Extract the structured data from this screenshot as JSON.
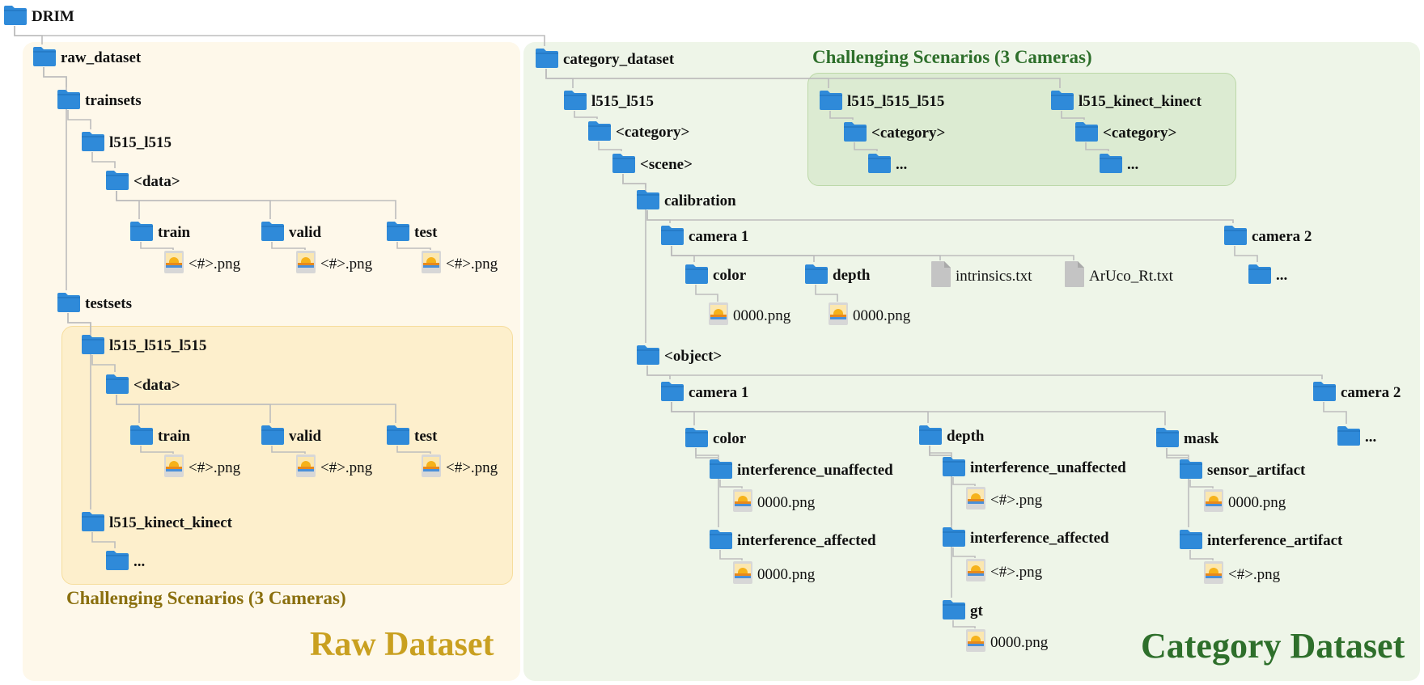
{
  "colors": {
    "raw_panel": "#fef8ea",
    "raw_inner": "#fdefcc",
    "raw_inner_border": "#f6dd9c",
    "cat_panel": "#eef5e8",
    "cat_inner": "#dcebd2",
    "cat_inner_border": "#bcd8a8",
    "raw_title": "#c9a020",
    "raw_sub": "#8a6f0e",
    "cat_title": "#2e6f2b",
    "cat_sub": "#2e6f2b",
    "folder": "#2f8ad9",
    "line": "#bdbdbd"
  },
  "labels": {
    "raw_title": "Raw Dataset",
    "cat_title": "Category Dataset",
    "raw_challenge": "Challenging Scenarios (3 Cameras)",
    "cat_challenge": "Challenging Scenarios (3 Cameras)"
  },
  "nodes": [
    {
      "id": "drim",
      "label": "DRIM",
      "kind": "folder"
    },
    {
      "id": "raw_dataset",
      "label": "raw_dataset",
      "kind": "folder"
    },
    {
      "id": "trainsets",
      "label": "trainsets",
      "kind": "folder"
    },
    {
      "id": "tr_l515",
      "label": "l515_l515",
      "kind": "folder"
    },
    {
      "id": "tr_data",
      "label": "<data>",
      "kind": "folder"
    },
    {
      "id": "tr_train",
      "label": "train",
      "kind": "folder"
    },
    {
      "id": "tr_valid",
      "label": "valid",
      "kind": "folder"
    },
    {
      "id": "tr_test",
      "label": "test",
      "kind": "folder"
    },
    {
      "id": "tr_train_png",
      "label": "<#>.png",
      "kind": "image"
    },
    {
      "id": "tr_valid_png",
      "label": "<#>.png",
      "kind": "image"
    },
    {
      "id": "tr_test_png",
      "label": "<#>.png",
      "kind": "image"
    },
    {
      "id": "testsets",
      "label": "testsets",
      "kind": "folder"
    },
    {
      "id": "ts_l515",
      "label": "l515_l515_l515",
      "kind": "folder"
    },
    {
      "id": "ts_data",
      "label": "<data>",
      "kind": "folder"
    },
    {
      "id": "ts_train",
      "label": "train",
      "kind": "folder"
    },
    {
      "id": "ts_valid",
      "label": "valid",
      "kind": "folder"
    },
    {
      "id": "ts_test",
      "label": "test",
      "kind": "folder"
    },
    {
      "id": "ts_train_png",
      "label": "<#>.png",
      "kind": "image"
    },
    {
      "id": "ts_valid_png",
      "label": "<#>.png",
      "kind": "image"
    },
    {
      "id": "ts_test_png",
      "label": "<#>.png",
      "kind": "image"
    },
    {
      "id": "ts_kinect",
      "label": "l515_kinect_kinect",
      "kind": "folder"
    },
    {
      "id": "ts_kinect_more",
      "label": "...",
      "kind": "folder"
    },
    {
      "id": "category_dataset",
      "label": "category_dataset",
      "kind": "folder"
    },
    {
      "id": "cd_l515",
      "label": "l515_l515",
      "kind": "folder"
    },
    {
      "id": "cd_category",
      "label": "<category>",
      "kind": "folder"
    },
    {
      "id": "cd_scene",
      "label": "<scene>",
      "kind": "folder"
    },
    {
      "id": "calibration",
      "label": "calibration",
      "kind": "folder"
    },
    {
      "id": "cal_cam1",
      "label": "camera 1",
      "kind": "folder"
    },
    {
      "id": "cal_cam2",
      "label": "camera 2",
      "kind": "folder"
    },
    {
      "id": "cal_cam2_more",
      "label": "...",
      "kind": "folder"
    },
    {
      "id": "cal_color",
      "label": "color",
      "kind": "folder"
    },
    {
      "id": "cal_depth",
      "label": "depth",
      "kind": "folder"
    },
    {
      "id": "cal_intr",
      "label": "intrinsics.txt",
      "kind": "doc"
    },
    {
      "id": "cal_aruco",
      "label": "ArUco_Rt.txt",
      "kind": "doc"
    },
    {
      "id": "cal_color_png",
      "label": "0000.png",
      "kind": "image"
    },
    {
      "id": "cal_depth_png",
      "label": "0000.png",
      "kind": "image"
    },
    {
      "id": "object",
      "label": "<object>",
      "kind": "folder"
    },
    {
      "id": "obj_cam1",
      "label": "camera 1",
      "kind": "folder"
    },
    {
      "id": "obj_cam2",
      "label": "camera 2",
      "kind": "folder"
    },
    {
      "id": "obj_cam2_more",
      "label": "...",
      "kind": "folder"
    },
    {
      "id": "obj_color",
      "label": "color",
      "kind": "folder"
    },
    {
      "id": "oc_unaff",
      "label": "interference_unaffected",
      "kind": "folder"
    },
    {
      "id": "oc_unaff_png",
      "label": "0000.png",
      "kind": "image"
    },
    {
      "id": "oc_aff",
      "label": "interference_affected",
      "kind": "folder"
    },
    {
      "id": "oc_aff_png",
      "label": "0000.png",
      "kind": "image"
    },
    {
      "id": "obj_depth",
      "label": "depth",
      "kind": "folder"
    },
    {
      "id": "od_unaff",
      "label": "interference_unaffected",
      "kind": "folder"
    },
    {
      "id": "od_unaff_png",
      "label": "<#>.png",
      "kind": "image"
    },
    {
      "id": "od_aff",
      "label": "interference_affected",
      "kind": "folder"
    },
    {
      "id": "od_aff_png",
      "label": "<#>.png",
      "kind": "image"
    },
    {
      "id": "od_gt",
      "label": "gt",
      "kind": "folder"
    },
    {
      "id": "od_gt_png",
      "label": "0000.png",
      "kind": "image"
    },
    {
      "id": "obj_mask",
      "label": "mask",
      "kind": "folder"
    },
    {
      "id": "om_sensor",
      "label": "sensor_artifact",
      "kind": "folder"
    },
    {
      "id": "om_sensor_png",
      "label": "0000.png",
      "kind": "image"
    },
    {
      "id": "om_interf",
      "label": "interference_artifact",
      "kind": "folder"
    },
    {
      "id": "om_interf_png",
      "label": "<#>.png",
      "kind": "image"
    },
    {
      "id": "ch_l515",
      "label": "l515_l515_l515",
      "kind": "folder"
    },
    {
      "id": "ch_l515_cat",
      "label": "<category>",
      "kind": "folder"
    },
    {
      "id": "ch_l515_more",
      "label": "...",
      "kind": "folder"
    },
    {
      "id": "ch_kin",
      "label": "l515_kinect_kinect",
      "kind": "folder"
    },
    {
      "id": "ch_kin_cat",
      "label": "<category>",
      "kind": "folder"
    },
    {
      "id": "ch_kin_more",
      "label": "...",
      "kind": "folder"
    }
  ]
}
